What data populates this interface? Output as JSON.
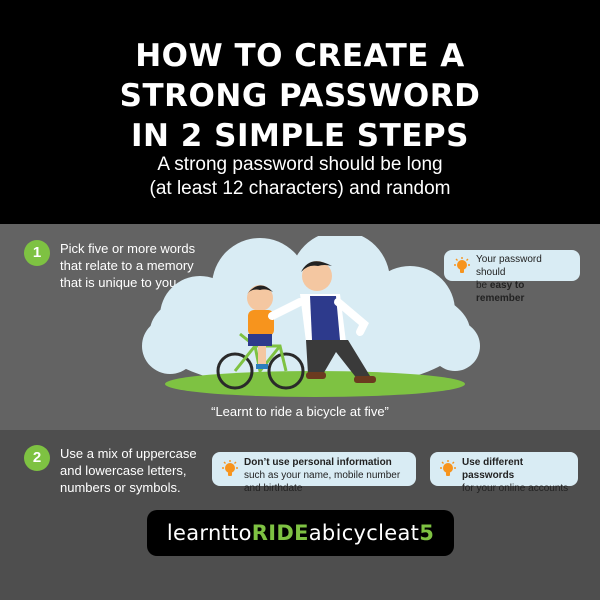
{
  "header": {
    "title_lines": [
      "HOW TO CREATE A",
      "STRONG PASSWORD",
      "IN 2 SIMPLE STEPS"
    ],
    "subtitle_lines": [
      "A strong password should be long",
      "(at least 12 characters) and random"
    ]
  },
  "step1": {
    "number": "1",
    "text_lines": [
      "Pick five or more words",
      "that relate to a memory",
      "that is unique to you."
    ],
    "tip": {
      "prefix": "Your password should",
      "prefix2": "be ",
      "bold": "easy to remember"
    },
    "caption": "“Learnt to ride a bicycle at five”"
  },
  "step2": {
    "number": "2",
    "text_lines": [
      "Use a mix of uppercase",
      "and lowercase letters,",
      "numbers or symbols."
    ],
    "tip1": {
      "bold": "Don’t use personal information",
      "rest": " such as your name, mobile number and birthdate"
    },
    "tip2": {
      "bold": "Use different passwords",
      "rest": "for your online accounts"
    }
  },
  "example_password": {
    "part1": "learntto",
    "part2": "RIDE",
    "part3": "abicycleat",
    "part4": "5"
  },
  "colors": {
    "accent": "#7ec242",
    "tip_bg": "#d9ecf4",
    "bulb": "#f7941d"
  }
}
